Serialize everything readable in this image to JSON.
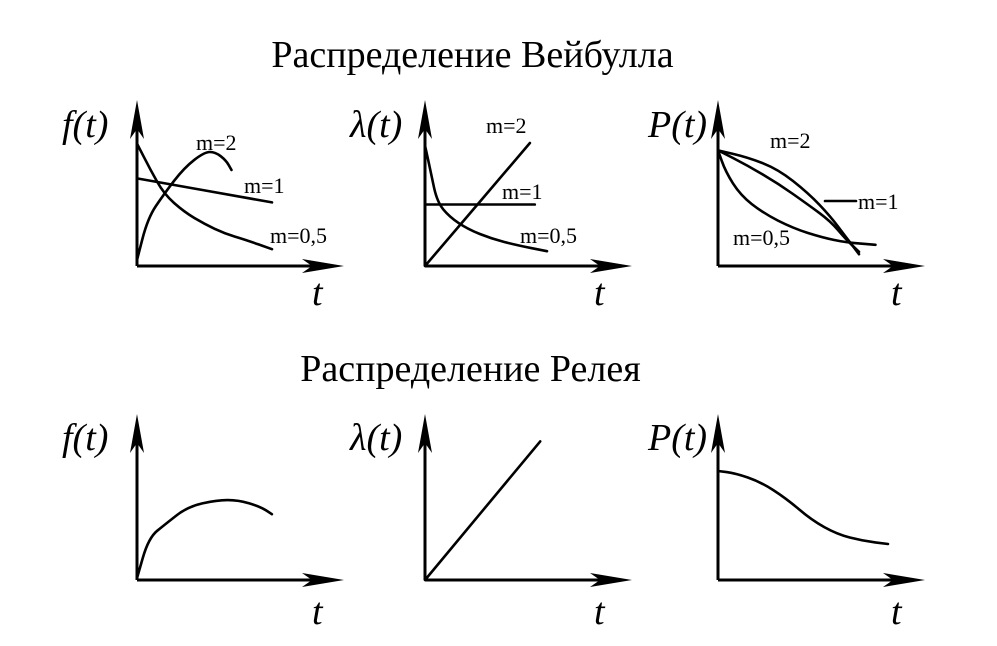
{
  "titles": {
    "weibull": "Распределение Вейбулла",
    "rayleigh": "Распределение Релея"
  },
  "chart_data": [
    {
      "type": "line",
      "group": "weibull",
      "ylabel": "f(t)",
      "xlabel": "t",
      "series": [
        {
          "name": "m=2",
          "x": [
            0,
            0.08,
            0.2,
            0.35,
            0.5,
            0.58,
            0.66,
            0.7
          ],
          "y": [
            0.05,
            0.4,
            0.6,
            0.82,
            0.95,
            0.95,
            0.88,
            0.8
          ]
        },
        {
          "name": "m=1",
          "x": [
            0,
            1.0
          ],
          "y": [
            0.73,
            0.53
          ]
        },
        {
          "name": "m=0,5",
          "x": [
            0,
            0.1,
            0.2,
            0.35,
            0.5,
            0.65,
            0.8,
            1.0
          ],
          "y": [
            1.02,
            0.8,
            0.6,
            0.45,
            0.35,
            0.27,
            0.22,
            0.14
          ]
        }
      ]
    },
    {
      "type": "line",
      "group": "weibull",
      "ylabel": "λ(t)",
      "xlabel": "t",
      "series": [
        {
          "name": "m=2",
          "x": [
            0,
            0.86
          ],
          "y": [
            0,
            1.0
          ]
        },
        {
          "name": "m=1",
          "x": [
            0,
            0.9
          ],
          "y": [
            0.5,
            0.5
          ]
        },
        {
          "name": "m=0,5",
          "x": [
            0,
            0.05,
            0.1,
            0.2,
            0.35,
            0.55,
            0.75,
            1.0
          ],
          "y": [
            0.98,
            0.75,
            0.52,
            0.4,
            0.3,
            0.22,
            0.17,
            0.12
          ]
        }
      ]
    },
    {
      "type": "line",
      "group": "weibull",
      "ylabel": "P(t)",
      "xlabel": "t",
      "series": [
        {
          "name": "m=2",
          "x": [
            0,
            0.2,
            0.4,
            0.6,
            0.75,
            0.85,
            0.94
          ],
          "y": [
            0.98,
            0.92,
            0.82,
            0.62,
            0.42,
            0.25,
            0.1
          ]
        },
        {
          "name": "m=1",
          "x": [
            0,
            0.2,
            0.4,
            0.6,
            0.75,
            0.85,
            0.94
          ],
          "y": [
            0.98,
            0.85,
            0.7,
            0.52,
            0.38,
            0.23,
            0.12
          ]
        },
        {
          "name": "m=0,5",
          "x": [
            0,
            0.05,
            0.15,
            0.3,
            0.5,
            0.7,
            0.85,
            1.05
          ],
          "y": [
            0.98,
            0.8,
            0.6,
            0.45,
            0.32,
            0.24,
            0.2,
            0.18
          ]
        }
      ],
      "labels": {
        "m=1": "m=1"
      }
    },
    {
      "type": "line",
      "group": "rayleigh",
      "ylabel": "f(t)",
      "xlabel": "t",
      "series": [
        {
          "x": [
            0,
            0.08,
            0.2,
            0.35,
            0.55,
            0.7,
            0.85,
            0.93
          ],
          "y": [
            0.02,
            0.45,
            0.6,
            0.78,
            0.85,
            0.85,
            0.78,
            0.7
          ]
        }
      ]
    },
    {
      "type": "line",
      "group": "rayleigh",
      "ylabel": "λ(t)",
      "xlabel": "t",
      "series": [
        {
          "x": [
            0,
            0.9
          ],
          "y": [
            0,
            1.1
          ]
        }
      ]
    },
    {
      "type": "line",
      "group": "rayleigh",
      "ylabel": "P(t)",
      "xlabel": "t",
      "series": [
        {
          "x": [
            0,
            0.1,
            0.25,
            0.4,
            0.55,
            0.7,
            0.85,
            1.0
          ],
          "y": [
            1.0,
            0.98,
            0.9,
            0.75,
            0.55,
            0.42,
            0.36,
            0.33
          ]
        }
      ]
    }
  ]
}
